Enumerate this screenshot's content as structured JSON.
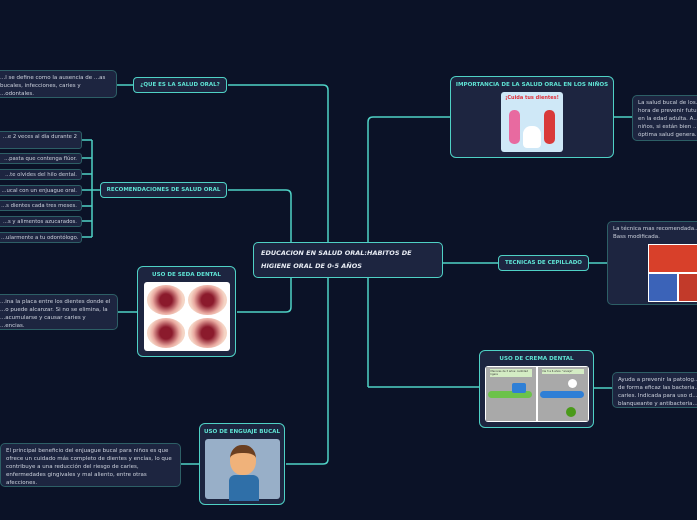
{
  "center": {
    "title": "EDUCACION EN SALUD ORAL:HABITOS DE HIGIENE ORAL DE 0-5 AÑOS"
  },
  "que_es": {
    "label": "¿QUE ES LA SALUD ORAL?",
    "text": "...l se define como la ausencia de ...as bucales, infecciones, caries y ...odontales."
  },
  "recomendaciones": {
    "label": "RECOMENDACIONES DE SALUD ORAL",
    "items": [
      "...e 2 veces al día durante 2",
      "...pasta que contenga flúor.",
      "...te olvides del hilo dental.",
      "...ucal con un enjuague oral.",
      "...s dientes cada tres meses.",
      "...s y alimentos azucarados.",
      "...ularmente a tu odontólogo."
    ]
  },
  "seda": {
    "label": "USO DE SEDA DENTAL",
    "text": "...ina la placa entre los dientes donde el ...o puede alcanzar. Si no se elimina, la ...acumularse y causar caries y ...encias."
  },
  "enjuague": {
    "label": "USO DE ENGUAJE BUCAL",
    "text": "El principal beneficio del enjuague bucal para niños es que ofrece un cuidado más completo de dientes y encías, lo que contribuye a una reducción del riesgo de caries, enfermedades gingivales y mal aliento, entre otras afecciones."
  },
  "importancia": {
    "label": "IMPORTANCIA DE LA SALUD ORAL EN LOS NIÑOS",
    "image_caption": "¡Cuida tus dientes!",
    "text": "La salud bucal de los... hora de prevenir futu... en la edad adulta. A... niños, si están bien ... óptima salud genera..."
  },
  "tecnicas": {
    "label": "TECNICAS DE CEPILLADO",
    "text": "La técnica mas recomendada... Bass modificada."
  },
  "crema": {
    "label": "USO DE CREMA DENTAL",
    "cap1": "Menores de 3 años: cantidad ligera",
    "cap2": "De 3 a 6 años: \"arveja\"",
    "text": "Ayuda a prevenir la patolog... de forma eficaz las bacteria... caries. Indicada para uso d... blanqueante y antibacteria..."
  },
  "colors": {
    "bg": "#0b1227",
    "accent": "#4fd1c5",
    "node": "#1d2540"
  }
}
